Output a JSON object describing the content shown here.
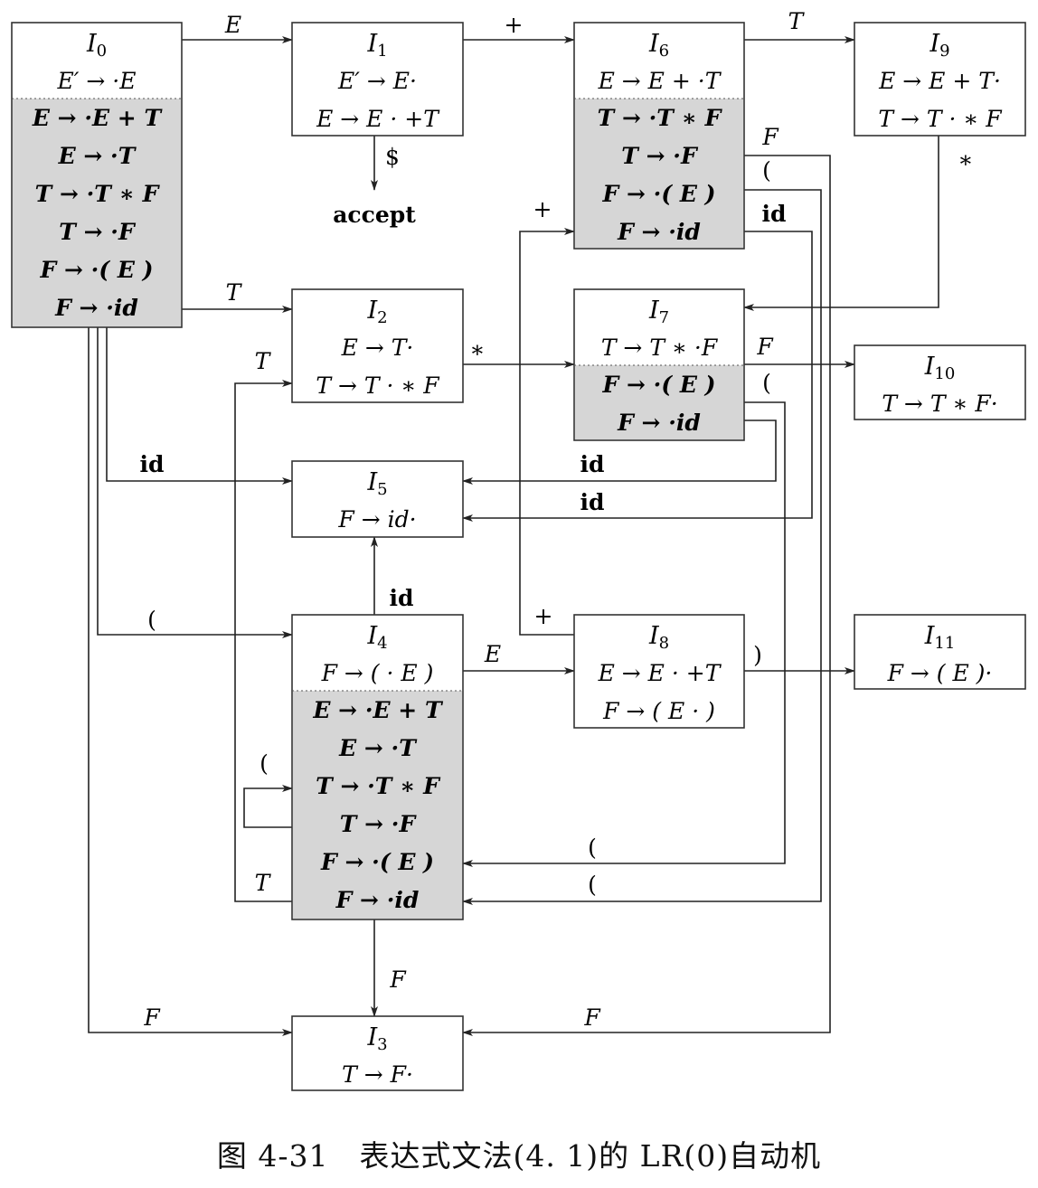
{
  "caption": "图 4-31　表达式文法(4. 1)的 LR(0)自动机",
  "accept_label": "accept",
  "states": [
    {
      "id": "I0",
      "name": "I",
      "sub": "0",
      "kernel": [
        "E′ → ·E"
      ],
      "closure": [
        "E → ·E + T",
        "E → ·T",
        "T → ·T ∗ F",
        "T → ·F",
        "F → ·( E )",
        "F → ·id"
      ]
    },
    {
      "id": "I1",
      "name": "I",
      "sub": "1",
      "kernel": [
        "E′ → E·",
        "E → E · +T"
      ],
      "closure": []
    },
    {
      "id": "I2",
      "name": "I",
      "sub": "2",
      "kernel": [
        "E → T·",
        "T → T · ∗ F"
      ],
      "closure": []
    },
    {
      "id": "I3",
      "name": "I",
      "sub": "3",
      "kernel": [
        "T → F·"
      ],
      "closure": []
    },
    {
      "id": "I4",
      "name": "I",
      "sub": "4",
      "kernel": [
        "F → (  · E )"
      ],
      "closure": [
        "E → ·E + T",
        "E → ·T",
        "T → ·T ∗ F",
        "T → ·F",
        "F → ·( E )",
        "F → ·id"
      ]
    },
    {
      "id": "I5",
      "name": "I",
      "sub": "5",
      "kernel": [
        "F → id·"
      ],
      "closure": []
    },
    {
      "id": "I6",
      "name": "I",
      "sub": "6",
      "kernel": [
        "E → E + ·T"
      ],
      "closure": [
        "T → ·T ∗ F",
        "T → ·F",
        "F → ·( E )",
        "F → ·id"
      ]
    },
    {
      "id": "I7",
      "name": "I",
      "sub": "7",
      "kernel": [
        "T → T ∗ ·F"
      ],
      "closure": [
        "F → ·( E )",
        "F → ·id"
      ]
    },
    {
      "id": "I8",
      "name": "I",
      "sub": "8",
      "kernel": [
        "E → E · +T",
        "F → ( E · )"
      ],
      "closure": []
    },
    {
      "id": "I9",
      "name": "I",
      "sub": "9",
      "kernel": [
        "E → E + T·",
        "T → T · ∗ F"
      ],
      "closure": []
    },
    {
      "id": "I10",
      "name": "I",
      "sub": "10",
      "kernel": [
        "T → T ∗ F·"
      ],
      "closure": []
    },
    {
      "id": "I11",
      "name": "I",
      "sub": "11",
      "kernel": [
        "F → ( E )·"
      ],
      "closure": []
    }
  ],
  "transitions": [
    {
      "from": "I0",
      "to": "I1",
      "symbol": "E"
    },
    {
      "from": "I0",
      "to": "I2",
      "symbol": "T"
    },
    {
      "from": "I0",
      "to": "I5",
      "symbol": "id"
    },
    {
      "from": "I0",
      "to": "I4",
      "symbol": "("
    },
    {
      "from": "I0",
      "to": "I3",
      "symbol": "F"
    },
    {
      "from": "I1",
      "to": "I6",
      "symbol": "+"
    },
    {
      "from": "I1",
      "to": "accept",
      "symbol": "$"
    },
    {
      "from": "I6",
      "to": "I9",
      "symbol": "T"
    },
    {
      "from": "I6",
      "to": "I3",
      "symbol": "F"
    },
    {
      "from": "I6",
      "to": "I4",
      "symbol": "("
    },
    {
      "from": "I6",
      "to": "I5",
      "symbol": "id"
    },
    {
      "from": "I9",
      "to": "I7",
      "symbol": "∗"
    },
    {
      "from": "I2",
      "to": "I7",
      "symbol": "∗"
    },
    {
      "from": "I7",
      "to": "I10",
      "symbol": "F"
    },
    {
      "from": "I7",
      "to": "I4",
      "symbol": "("
    },
    {
      "from": "I7",
      "to": "I5",
      "symbol": "id"
    },
    {
      "from": "I4",
      "to": "I5",
      "symbol": "id"
    },
    {
      "from": "I4",
      "to": "I8",
      "symbol": "E"
    },
    {
      "from": "I4",
      "to": "I3",
      "symbol": "F"
    },
    {
      "from": "I4",
      "to": "I2",
      "symbol": "T"
    },
    {
      "from": "I4",
      "to": "I4",
      "symbol": "("
    },
    {
      "from": "I8",
      "to": "I6",
      "symbol": "+"
    },
    {
      "from": "I8",
      "to": "I11",
      "symbol": ")"
    }
  ]
}
